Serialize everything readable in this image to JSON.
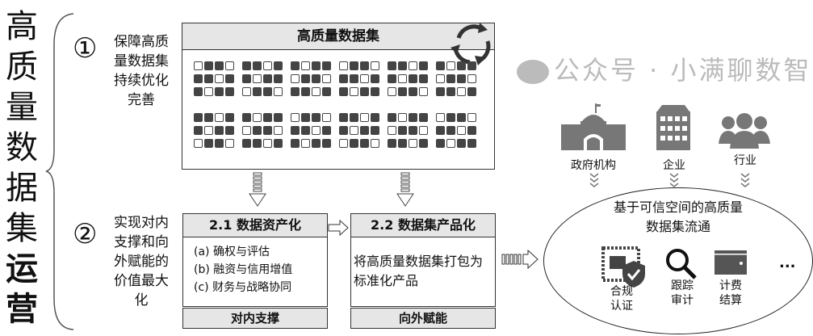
{
  "title": {
    "line1": "高",
    "line2": "质",
    "line3": "量",
    "line4": "数",
    "line5": "据",
    "line6": "集",
    "line7": "运",
    "line8": "营"
  },
  "steps": [
    {
      "num": "①",
      "text": "保障高质量数据集持续优化完善"
    },
    {
      "num": "②",
      "text": "实现对内支撑和向外赋能的价值最大化"
    }
  ],
  "dataset_box": {
    "title": "高质量数据集"
  },
  "box21": {
    "title": "2.1 数据资产化",
    "items": [
      "(a) 确权与评估",
      "(b) 融资与信用增值",
      "(c) 财务与战略协同"
    ],
    "footer": "对内支撑"
  },
  "box22": {
    "title": "2.2 数据集产品化",
    "body": "将高质量数据集打包为标准化产品",
    "footer": "向外赋能"
  },
  "actors": [
    {
      "label": "政府机构",
      "icon": "government-building-icon"
    },
    {
      "label": "企业",
      "icon": "office-building-icon"
    },
    {
      "label": "行业",
      "icon": "people-group-icon"
    }
  ],
  "circulation": {
    "title": "基于可信空间的高质量数据集流通",
    "items": [
      {
        "label": "合规认证",
        "icon": "certificate-shield-icon"
      },
      {
        "label": "跟踪审计",
        "icon": "magnifier-icon"
      },
      {
        "label": "计费结算",
        "icon": "wallet-icon"
      }
    ],
    "more": "..."
  },
  "watermark": "公众号 · 小满聊数智"
}
